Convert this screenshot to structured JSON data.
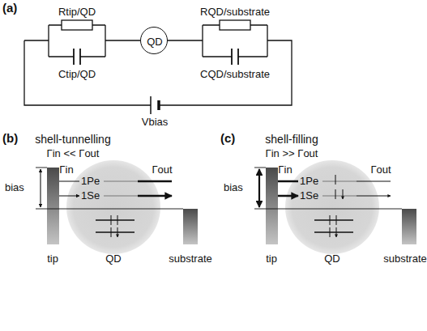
{
  "diagram": {
    "nodes": [
      {
        "text": [
          "QD"
        ]
      },
      {
        "text": [
          "1Pe",
          "1Se",
          "QD"
        ]
      },
      {
        "text": [
          "1Pe",
          "1Se",
          "QD"
        ]
      }
    ],
    "labels": [
      "(a)",
      "Rtip/QD",
      "Ctip/QD",
      "RQD/substrate",
      "CQD/substrate",
      "Vbias",
      "(b)",
      "shell-tunnelling",
      "Γin << Γout",
      "Γin",
      "Γout",
      "bias",
      "tip",
      "substrate",
      "(c)",
      "shell-filling",
      "Γin >> Γout",
      "Γin",
      "Γout",
      "bias",
      "tip",
      "substrate"
    ]
  }
}
